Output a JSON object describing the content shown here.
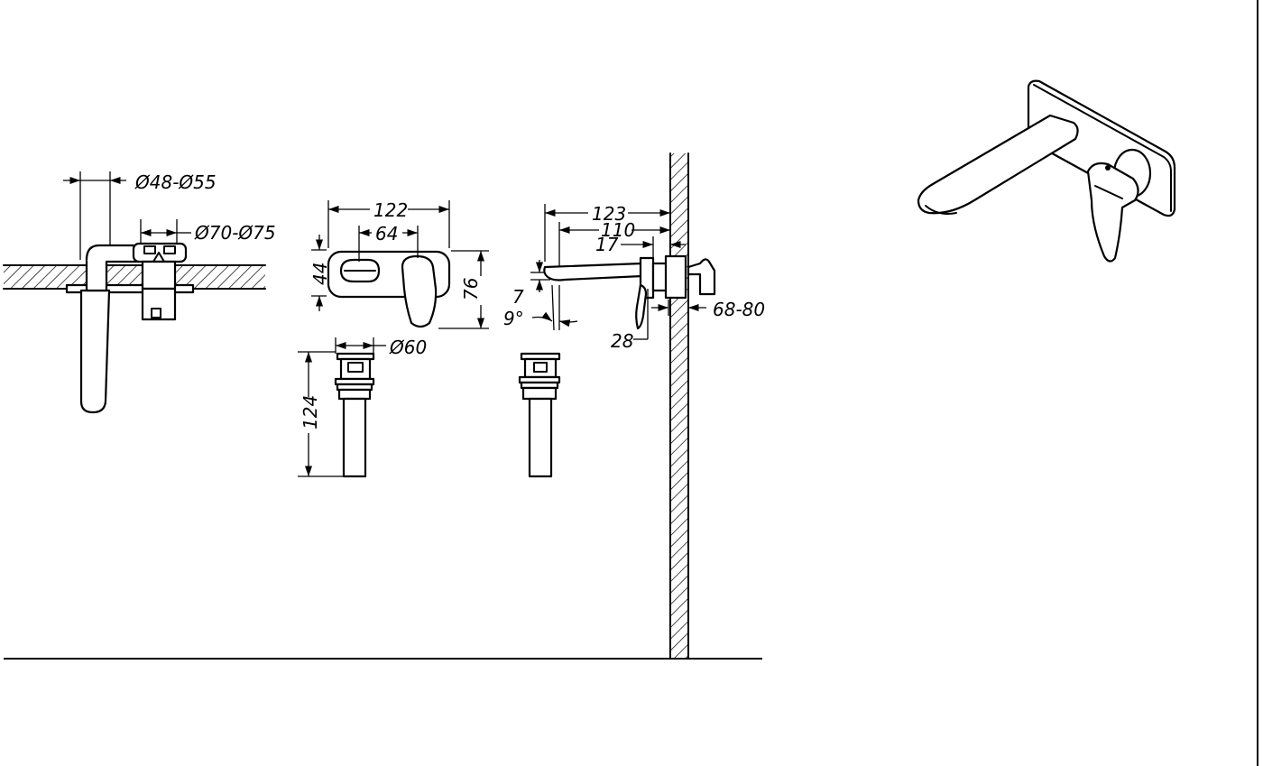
{
  "dimensions": {
    "d48_55": "Ø48-Ø55",
    "d70_75": "Ø70-Ø75",
    "w122": "122",
    "w64": "64",
    "h44": "44",
    "h76": "76",
    "d60": "Ø60",
    "h124": "124",
    "l123": "123",
    "l110": "110",
    "l17": "17",
    "t7": "7",
    "a9": "9°",
    "t28": "28",
    "r68_80": "68-80"
  }
}
